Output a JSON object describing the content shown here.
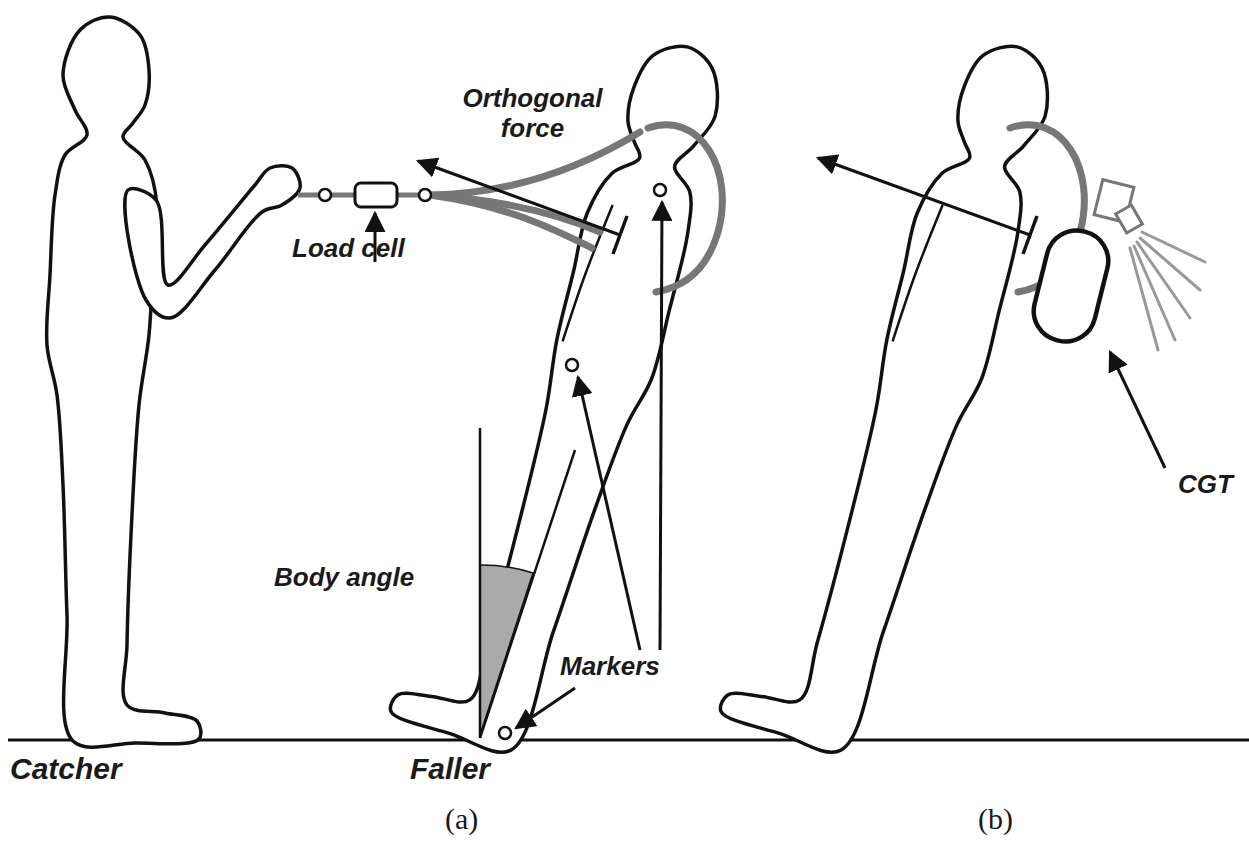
{
  "diagram": {
    "labels": [
      "Orthogonal force",
      "Load cell",
      "Body angle",
      "Markers",
      "CGT",
      "Catcher",
      "Faller",
      "(a)",
      "(b)"
    ]
  }
}
